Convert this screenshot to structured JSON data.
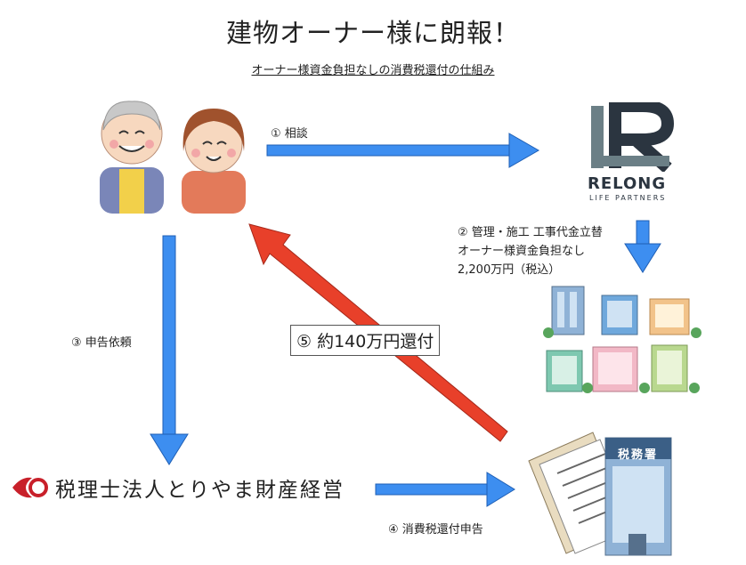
{
  "title": "建物オーナー様に朗報！",
  "subtitle": "オーナー様資金負担なしの消費税還付の仕組み",
  "steps": {
    "s1": "① 相談",
    "s2_line1": "② 管理・施工 工事代金立替",
    "s2_line2": "オーナー様資金負担なし",
    "s2_line3": "2,200万円（税込）",
    "s3": "③ 申告依頼",
    "s4": "④ 消費税還付申告",
    "s5": "⑤ 約140万円還付"
  },
  "relong": {
    "brand": "RELONG",
    "sub": "LIFE PARTNERS"
  },
  "tax_firm": {
    "name": "税理士法人とりやま財産経営"
  },
  "tax_office": {
    "sign": "税務署"
  },
  "colors": {
    "blue_arrow": "#3d8ef0",
    "red_arrow": "#e8402a",
    "relong": "#2b3540",
    "firm_red": "#c8202a"
  }
}
